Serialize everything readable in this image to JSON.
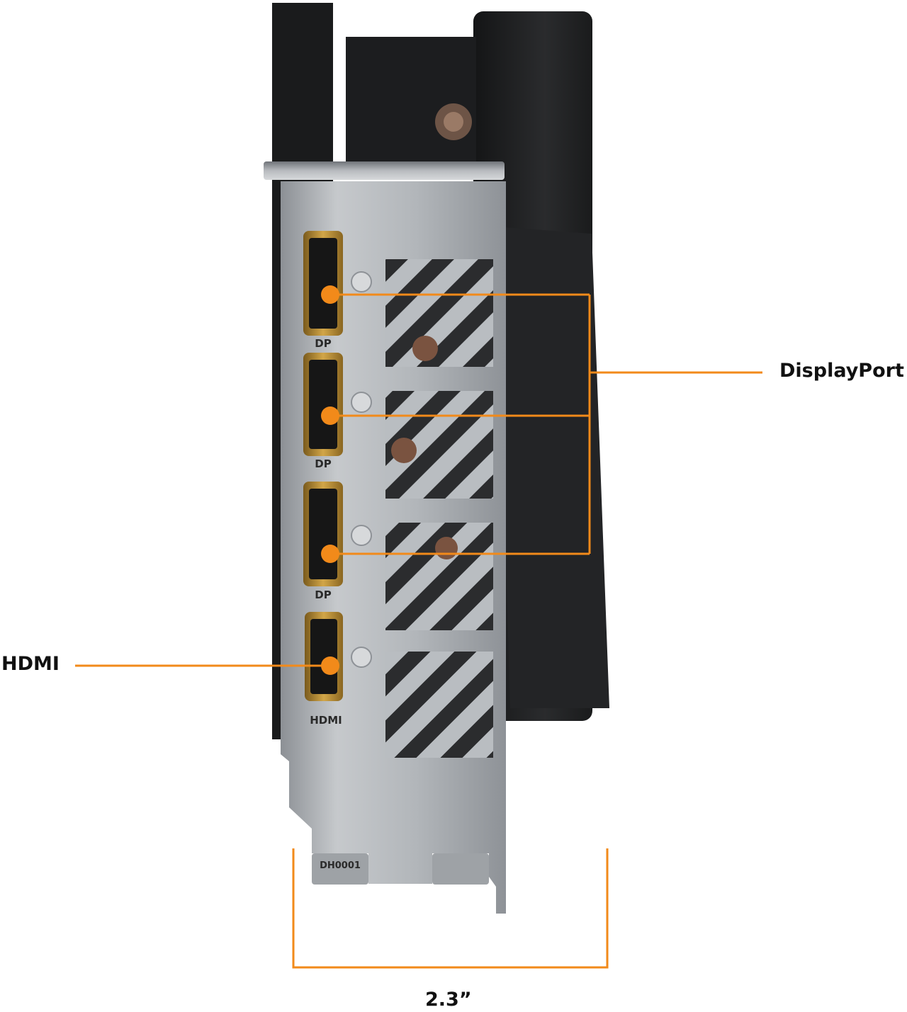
{
  "labels": {
    "displayport": "DisplayPort",
    "hdmi": "HDMI",
    "dimension": "2.3”"
  },
  "bracket_print": {
    "port_dp_1": "DP",
    "port_dp_2": "DP",
    "port_dp_3": "DP",
    "port_hdmi": "HDMI",
    "tab_code": "DH0001"
  },
  "colors": {
    "accent": "#F28A1A",
    "bracket_metal": "#B9BDC1",
    "card_shroud": "#1E1F21",
    "port_gold": "#C79A3A"
  }
}
